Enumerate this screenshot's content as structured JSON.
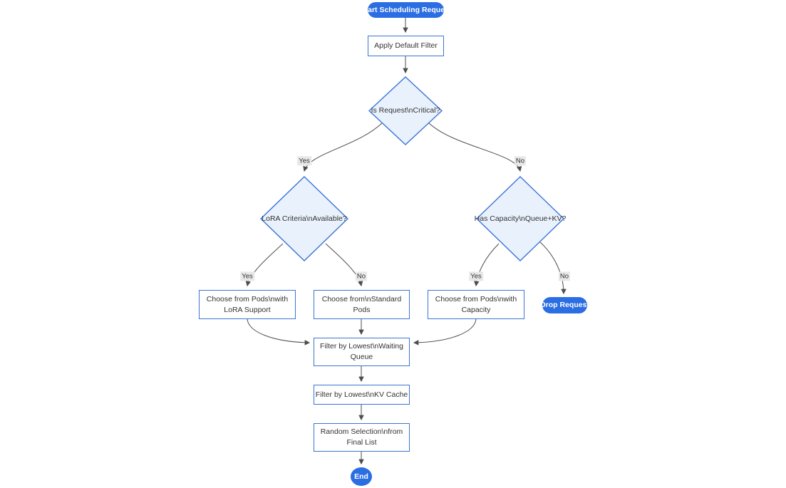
{
  "diagram": {
    "type": "flowchart",
    "direction": "top-down",
    "nodes": {
      "start": {
        "shape": "stadium",
        "label": "Start Scheduling Request"
      },
      "apply_filter": {
        "shape": "rect",
        "label": "Apply Default Filter"
      },
      "is_critical": {
        "shape": "diamond",
        "label": "Is Request\\nCritical?"
      },
      "lora_criteria": {
        "shape": "diamond",
        "label": "LoRA Criteria\\nAvailable?"
      },
      "has_capacity": {
        "shape": "diamond",
        "label": "Has Capacity\\nQueue+KV?"
      },
      "choose_lora": {
        "shape": "rect",
        "label": "Choose from Pods\\nwith LoRA Support"
      },
      "choose_standard": {
        "shape": "rect",
        "label": "Choose from\\nStandard Pods"
      },
      "choose_capacity": {
        "shape": "rect",
        "label": "Choose from Pods\\nwith Capacity"
      },
      "drop_request": {
        "shape": "stadium",
        "label": "Drop Request"
      },
      "filter_queue": {
        "shape": "rect",
        "label": "Filter by Lowest\\nWaiting Queue"
      },
      "filter_kv": {
        "shape": "rect",
        "label": "Filter by Lowest\\nKV Cache"
      },
      "random_selection": {
        "shape": "rect",
        "label": "Random Selection\\nfrom Final List"
      },
      "end": {
        "shape": "circle",
        "label": "End"
      }
    },
    "edge_labels": {
      "critical_yes": "Yes",
      "critical_no": "No",
      "lora_yes": "Yes",
      "lora_no": "No",
      "capacity_yes": "Yes",
      "capacity_no": "No"
    },
    "edges": [
      {
        "from": "start",
        "to": "apply_filter",
        "label": ""
      },
      {
        "from": "apply_filter",
        "to": "is_critical",
        "label": ""
      },
      {
        "from": "is_critical",
        "to": "lora_criteria",
        "label": "Yes"
      },
      {
        "from": "is_critical",
        "to": "has_capacity",
        "label": "No"
      },
      {
        "from": "lora_criteria",
        "to": "choose_lora",
        "label": "Yes"
      },
      {
        "from": "lora_criteria",
        "to": "choose_standard",
        "label": "No"
      },
      {
        "from": "has_capacity",
        "to": "choose_capacity",
        "label": "Yes"
      },
      {
        "from": "has_capacity",
        "to": "drop_request",
        "label": "No"
      },
      {
        "from": "choose_lora",
        "to": "filter_queue",
        "label": ""
      },
      {
        "from": "choose_standard",
        "to": "filter_queue",
        "label": ""
      },
      {
        "from": "choose_capacity",
        "to": "filter_queue",
        "label": ""
      },
      {
        "from": "filter_queue",
        "to": "filter_kv",
        "label": ""
      },
      {
        "from": "filter_kv",
        "to": "random_selection",
        "label": ""
      },
      {
        "from": "random_selection",
        "to": "end",
        "label": ""
      }
    ]
  },
  "colors": {
    "primary": "#2b6de2",
    "diamond_fill": "#e9f2fc",
    "border": "#3b74d6",
    "text": "#333333",
    "edge": "#4d4d4d",
    "label_bg": "#e8e8e8",
    "background": "#ffffff"
  }
}
